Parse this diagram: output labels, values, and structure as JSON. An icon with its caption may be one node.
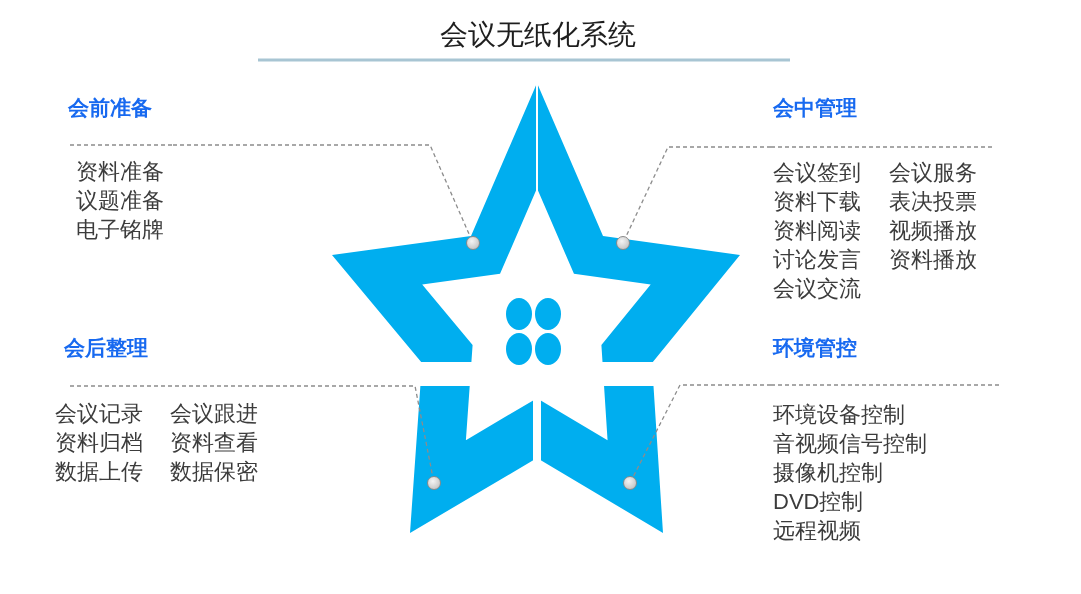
{
  "diagram": {
    "title": "会议无纸化系统",
    "nodes": [
      {
        "text": [
          "会前准备",
          "资料准备",
          "议题准备",
          "电子铭牌"
        ]
      },
      {
        "text": [
          "会中管理",
          "会议签到",
          "会议服务",
          "资料下载",
          "表决投票",
          "资料阅读",
          "视频播放",
          "讨论发言",
          "资料播放",
          "会议交流"
        ]
      },
      {
        "text": [
          "会后整理",
          "会议记录",
          "会议跟进",
          "资料归档",
          "资料查看",
          "数据上传",
          "数据保密"
        ]
      },
      {
        "text": [
          "环境管控",
          "环境设备控制",
          "音视频信号控制",
          "摄像机控制",
          "DVD控制",
          "远程视频"
        ]
      },
      {
        "text": [],
        "shape": "circle"
      },
      {
        "text": [],
        "shape": "circle"
      },
      {
        "text": [],
        "shape": "circle"
      },
      {
        "text": [],
        "shape": "circle"
      }
    ],
    "edges": [
      {
        "from": 0,
        "to": 4,
        "arrow": "none",
        "style": "dashed"
      },
      {
        "from": 1,
        "to": 5,
        "arrow": "none",
        "style": "dashed"
      },
      {
        "from": 2,
        "to": 6,
        "arrow": "none",
        "style": "dashed"
      },
      {
        "from": 3,
        "to": 7,
        "arrow": "none",
        "style": "dashed"
      }
    ]
  }
}
